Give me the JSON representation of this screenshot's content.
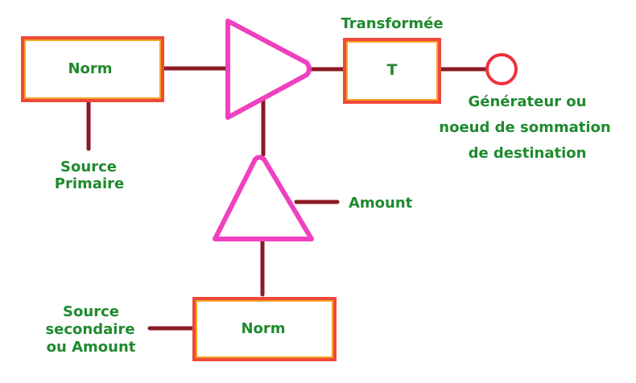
{
  "blocks": {
    "norm_primary": "Norm",
    "transform": "T",
    "norm_secondary": "Norm"
  },
  "labels": {
    "transform_title": "Transformée",
    "source_primary": [
      "Source",
      "Primaire"
    ],
    "destination": [
      "Générateur ou",
      "noeud de sommation",
      "de destination"
    ],
    "amount": "Amount",
    "source_secondary": [
      "Source",
      "secondaire",
      "ou Amount"
    ]
  },
  "colors": {
    "text": "#1f8a2e",
    "wire": "#8b1a24",
    "box_border": "#f0483c",
    "triangle": "#f040c0",
    "destination_node": "#f0303c"
  }
}
